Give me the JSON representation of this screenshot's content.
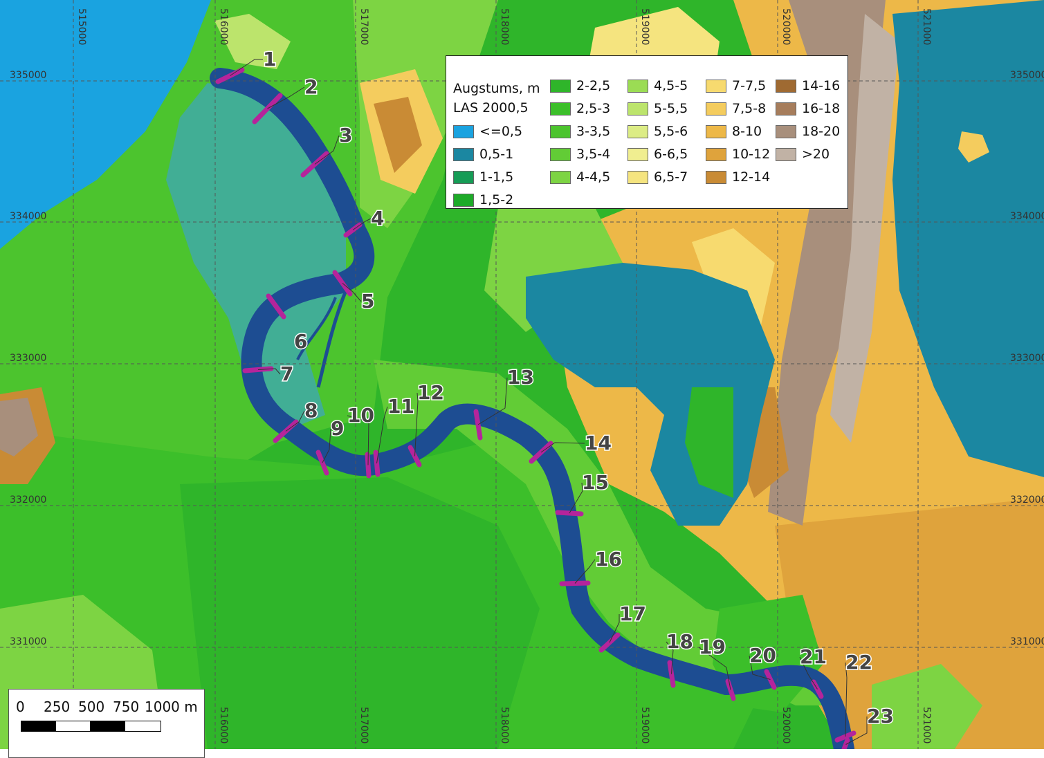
{
  "grid": {
    "easting_labels": [
      "515000",
      "516000",
      "517000",
      "518000",
      "519000",
      "520000",
      "521000"
    ],
    "northing_labels": [
      "335000",
      "334000",
      "333000",
      "332000",
      "331000"
    ]
  },
  "legend": {
    "title_line1": "Augstums, m",
    "title_line2": "LAS 2000,5",
    "classes": [
      {
        "label": "<=0,5",
        "color": "#1aa3e0"
      },
      {
        "label": "0,5-1",
        "color": "#1b87a1"
      },
      {
        "label": "1-1,5",
        "color": "#169c56"
      },
      {
        "label": "1,5-2",
        "color": "#1daa28"
      },
      {
        "label": "2-2,5",
        "color": "#2fb52a"
      },
      {
        "label": "2,5-3",
        "color": "#3cbf2a"
      },
      {
        "label": "3-3,5",
        "color": "#4cc42e"
      },
      {
        "label": "3,5-4",
        "color": "#62cc36"
      },
      {
        "label": "4-4,5",
        "color": "#7dd443"
      },
      {
        "label": "4,5-5",
        "color": "#9bdc54"
      },
      {
        "label": "5-5,5",
        "color": "#bce46c"
      },
      {
        "label": "5,5-6",
        "color": "#dcec85"
      },
      {
        "label": "6-6,5",
        "color": "#f0ee90"
      },
      {
        "label": "6,5-7",
        "color": "#f5e47f"
      },
      {
        "label": "7-7,5",
        "color": "#f7da6f"
      },
      {
        "label": "7,5-8",
        "color": "#f4cc5e"
      },
      {
        "label": "8-10",
        "color": "#edb848"
      },
      {
        "label": "10-12",
        "color": "#dfa33c"
      },
      {
        "label": "12-14",
        "color": "#c98b35"
      },
      {
        "label": "14-16",
        "color": "#9f6a32"
      },
      {
        "label": "16-18",
        "color": "#a67d5c"
      },
      {
        "label": "18-20",
        "color": "#a88f7c"
      },
      {
        "label": ">20",
        "color": "#c1b2a5"
      }
    ]
  },
  "scale_bar": {
    "labels": [
      "0",
      "250",
      "500",
      "750",
      "1000 m"
    ]
  },
  "cross_sections": {
    "labels": [
      "1",
      "2",
      "3",
      "4",
      "5",
      "6",
      "7",
      "8",
      "9",
      "10",
      "11",
      "12",
      "13",
      "14",
      "15",
      "16",
      "17",
      "18",
      "19",
      "20",
      "21",
      "22",
      "23"
    ],
    "color": "#b5249b"
  },
  "colors": {
    "sea": "#1aa3e0",
    "river": "#1d4d92",
    "lake": "#1b87a1"
  }
}
